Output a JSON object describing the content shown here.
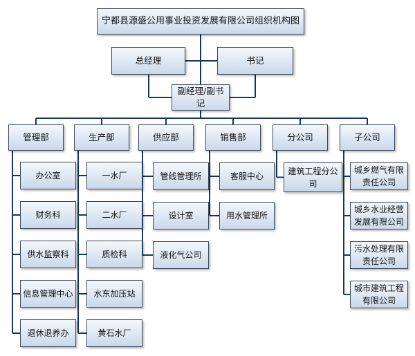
{
  "title": "宁都县源盛公用事业投资发展有限公司组织机构图",
  "top_nodes": {
    "general_manager": "总经理",
    "secretary": "书记",
    "deputy": "副经理/副书记"
  },
  "departments": [
    {
      "label": "管理部",
      "children": [
        "办公室",
        "财务科",
        "供水监察科",
        "信息管理中心",
        "退休退养办"
      ]
    },
    {
      "label": "生产部",
      "children": [
        "一水厂",
        "二水厂",
        "质检科",
        "水东加压站",
        "黄石水厂"
      ]
    },
    {
      "label": "供应部",
      "children": [
        "管线管理所",
        "设计室",
        "液化气公司"
      ]
    },
    {
      "label": "销售部",
      "children": [
        "客服中心",
        "用水管理所"
      ]
    },
    {
      "label": "分公司",
      "children": [
        "建筑工程分公司"
      ]
    },
    {
      "label": "子公司",
      "children": [
        "城乡燃气有限责任公司",
        "城乡水业经营发展有限公司",
        "污水处理有限责任公司",
        "城市建筑工程有限公司"
      ]
    }
  ],
  "colors": {
    "line": "#17365d",
    "box_border": "#3b4a5c"
  }
}
